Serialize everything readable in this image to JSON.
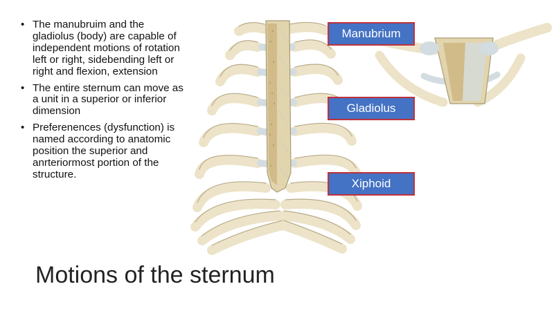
{
  "slide": {
    "bullets": [
      "The manubruim and the gladiolus  (body) are capable of independent motions of rotation left or right, sidebending left or right and flexion, extension",
      "The entire sternum can move as a unit in a superior or inferior dimension",
      "Preferenences (dysfunction) is named according to anatomic position the superior and anrteriormost portion of the structure."
    ],
    "title": "Motions of the sternum"
  },
  "labels": {
    "manubrium": "Manubrium",
    "gladiolus": "Gladiolus",
    "xiphoid": "Xiphoid"
  },
  "colors": {
    "label_fill": "#4472c4",
    "label_border": "#c0313b",
    "bone": "#ece3c8",
    "cartilage": "#d3dce0"
  }
}
